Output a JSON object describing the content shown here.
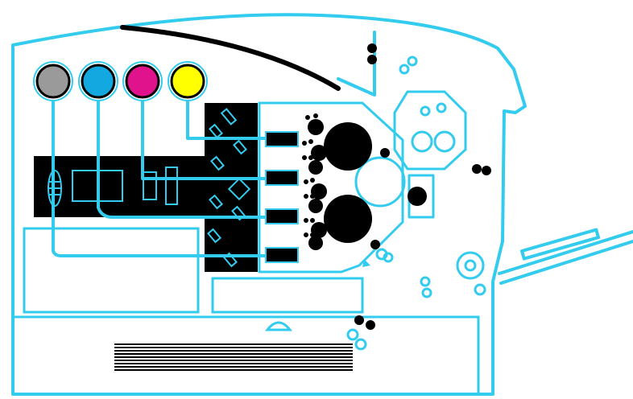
{
  "diagram": {
    "kind": "color laser printer cross-section schematic",
    "colors": {
      "line": "#33ccee",
      "ink": "#000000",
      "background": "#ffffff",
      "cartridge_gray": "#9a9a9a",
      "cartridge_cyan": "#13a8e0",
      "cartridge_magenta": "#e0138c",
      "cartridge_yellow": "#ffff00"
    },
    "cartridges": [
      {
        "id": "gray",
        "color": "#9a9a9a"
      },
      {
        "id": "cyan",
        "color": "#13a8e0"
      },
      {
        "id": "magenta",
        "color": "#e0138c"
      },
      {
        "id": "yellow",
        "color": "#ffff00"
      }
    ],
    "icons": [
      "paper-stack-icon",
      "fuser-roller-icon",
      "transfer-drum-icon",
      "toner-cartridge-icon"
    ]
  }
}
